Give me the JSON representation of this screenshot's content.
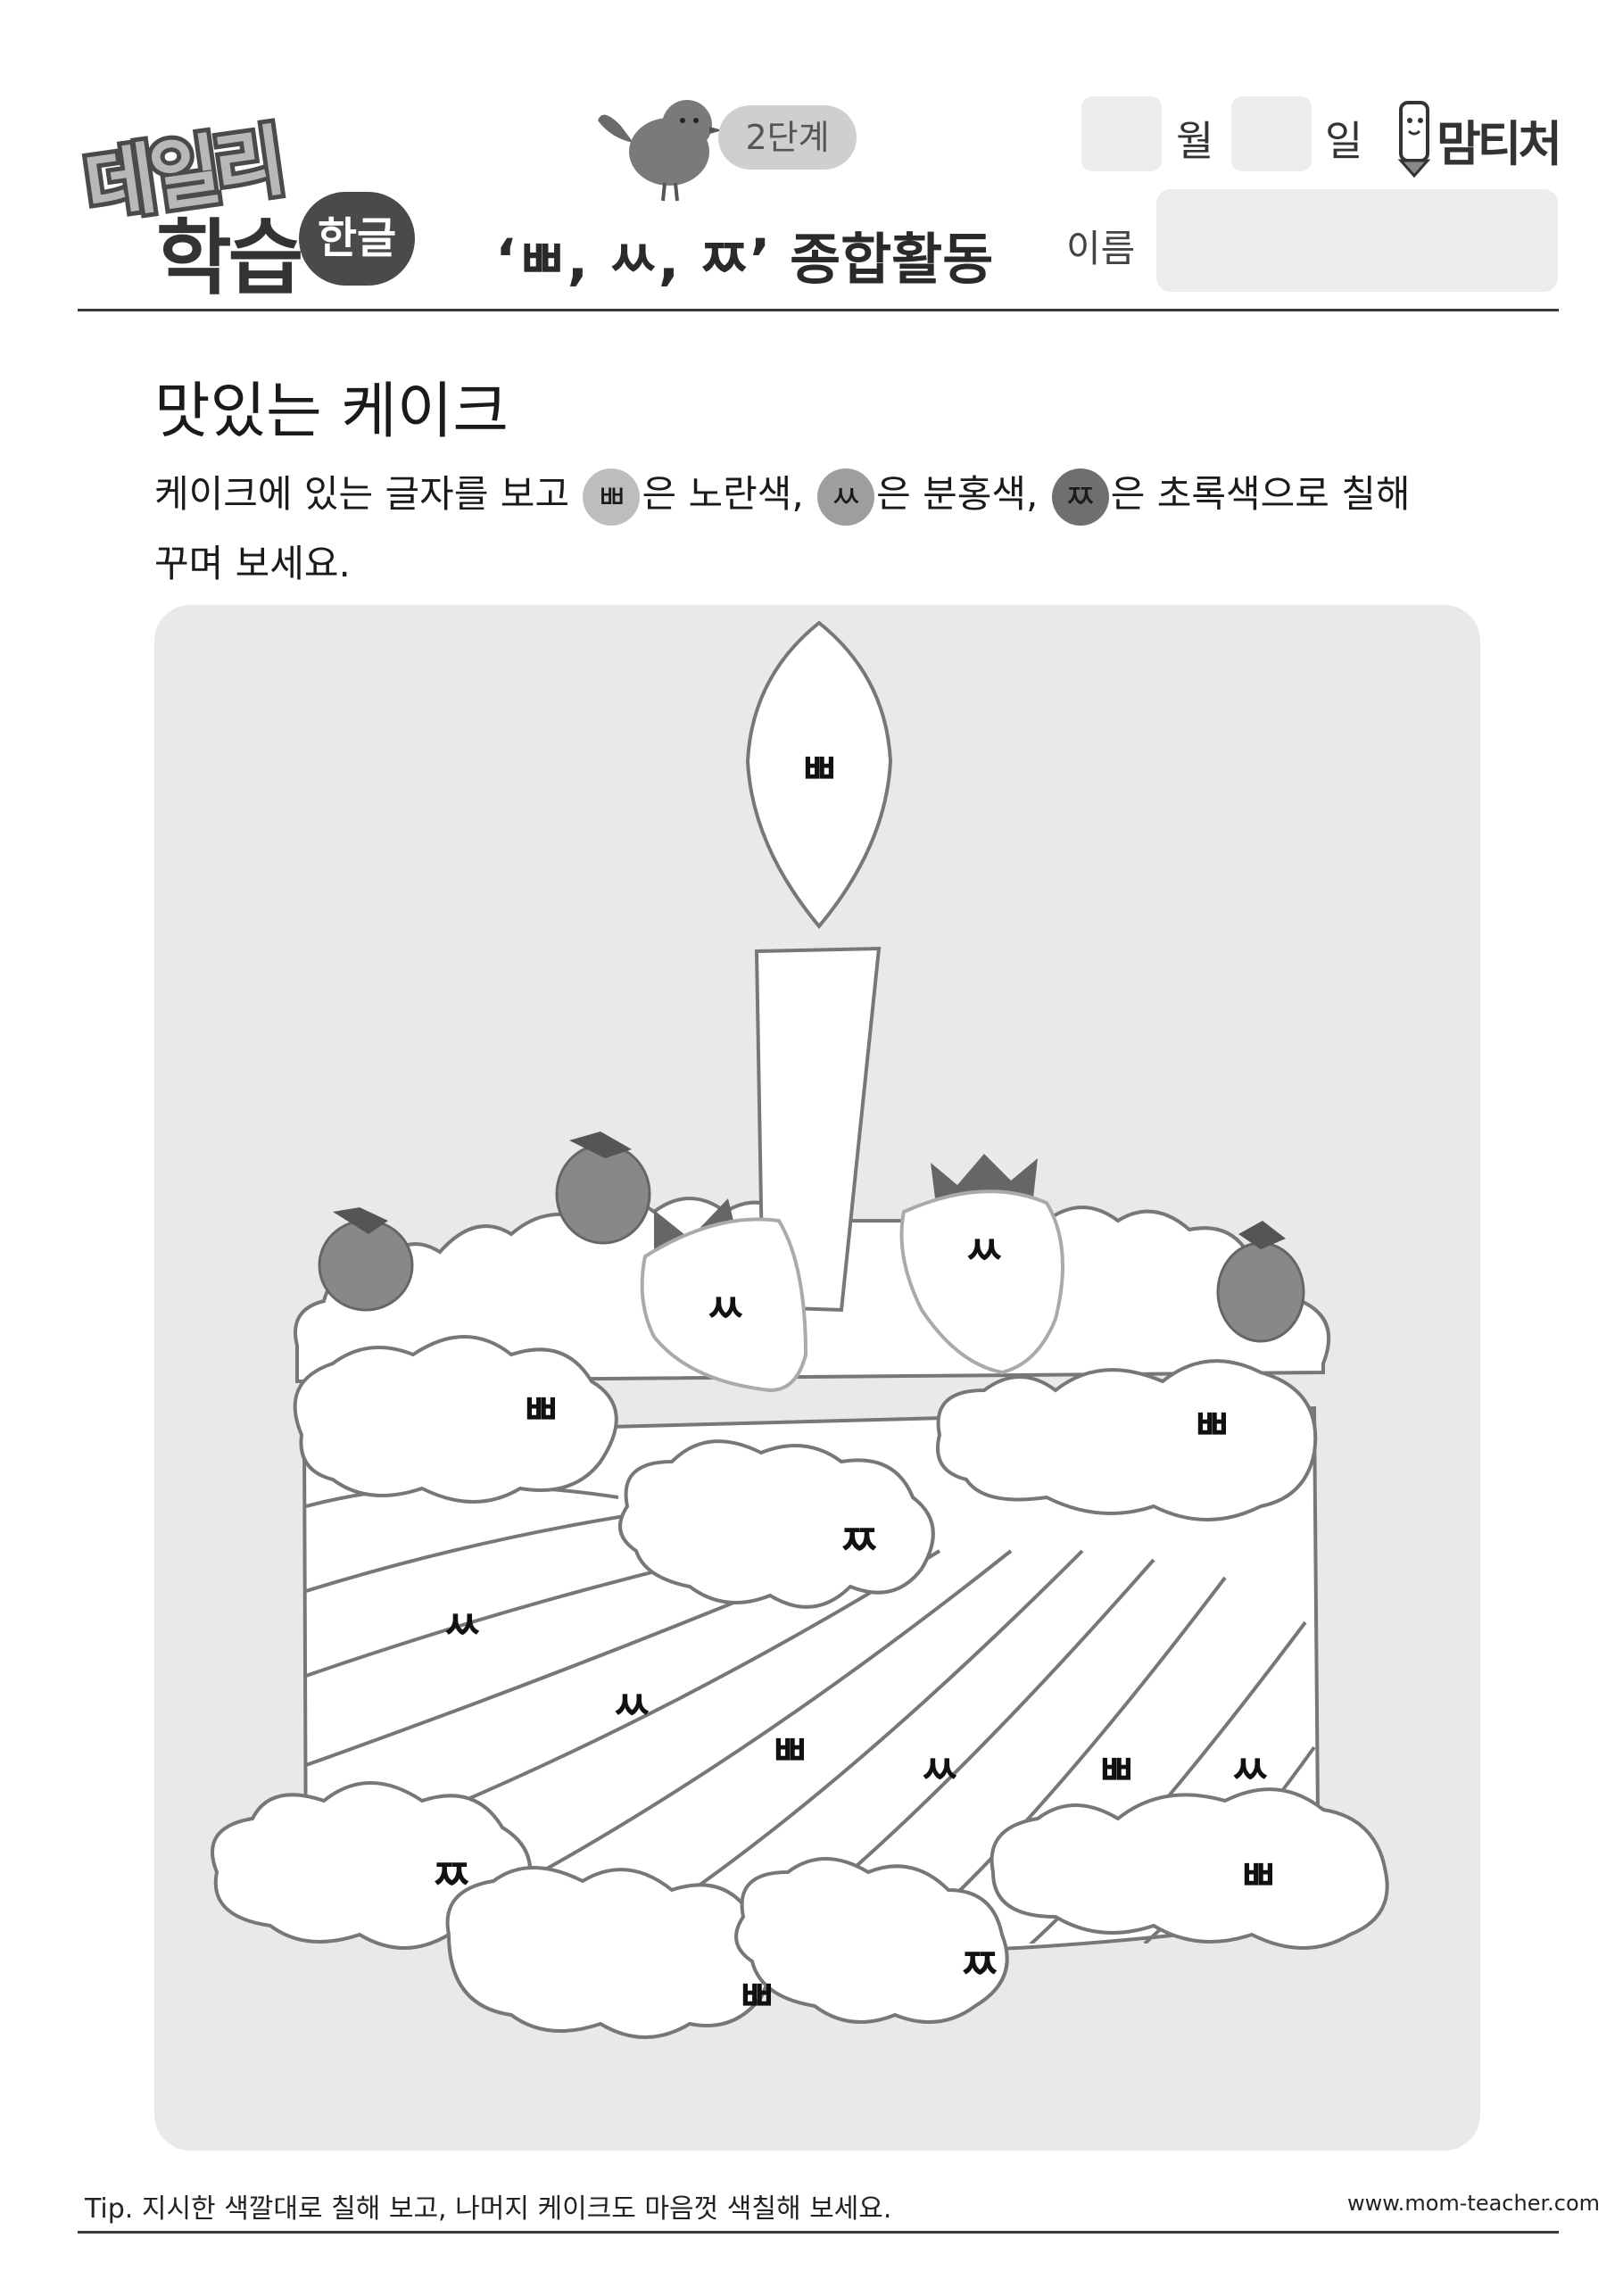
{
  "header": {
    "brand_line1": "데일리",
    "brand_line2": "학습",
    "brand_badge": "한글",
    "level": "2단계",
    "subject_title": "‘ㅃ, ㅆ, ㅉ’ 종합활동",
    "month_label": "월",
    "day_label": "일",
    "name_label": "이름",
    "logo_text": "맘티처"
  },
  "activity": {
    "title": "맛있는 케이크",
    "instruction_part1": "케이크에 있는 글자를 보고 ",
    "chip_bb": "ㅃ",
    "instruction_part2": "은 노란색, ",
    "chip_ss": "ㅆ",
    "instruction_part3": "은 분홍색, ",
    "chip_jj": "ㅉ",
    "instruction_part4": "은 초록색으로 칠해",
    "instruction_line2": "꾸며 보세요."
  },
  "chip_colors": {
    "bb": "#bdbdbd",
    "ss": "#9e9e9e",
    "jj": "#6f6f6f"
  },
  "cake_labels": {
    "candle_flame": "ㅃ",
    "strawberry_left": "ㅆ",
    "strawberry_right": "ㅆ",
    "cream_top_left": "ㅃ",
    "cream_top_right": "ㅃ",
    "cream_top_center": "ㅉ",
    "stripe_1": "ㅆ",
    "stripe_2": "ㅆ",
    "stripe_3": "ㅃ",
    "stripe_4": "ㅆ",
    "stripe_5": "ㅃ",
    "stripe_6": "ㅆ",
    "cream_bottom_left": "ㅉ",
    "cream_bottom_center": "ㅃ",
    "cream_bottom_mid": "ㅉ",
    "cream_bottom_right": "ㅃ"
  },
  "footer": {
    "tip": "Tip. 지시한 색깔대로 칠해 보고, 나머지 케이크도 마음껏 색칠해 보세요.",
    "website": "www.mom-teacher.com"
  }
}
